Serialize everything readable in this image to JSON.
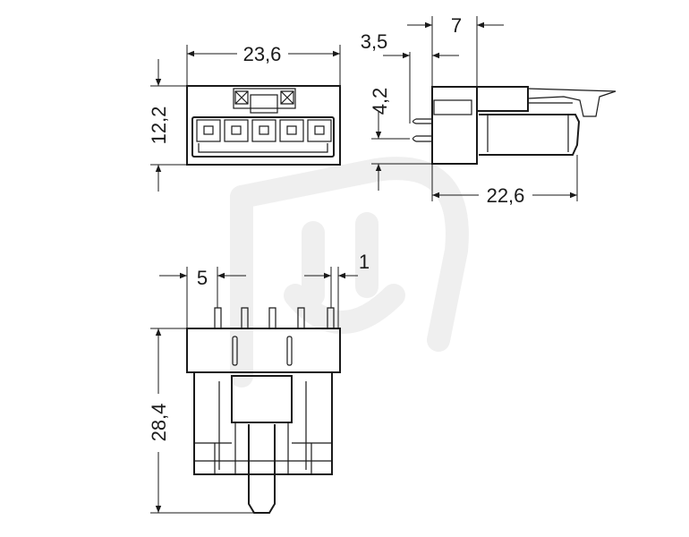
{
  "drawing": {
    "front_view": {
      "width_label": "23,6",
      "height_label": "12,2"
    },
    "side_view": {
      "offset_label": "3,5",
      "body_label": "7",
      "pin_label": "4,2",
      "length_label": "22,6"
    },
    "bottom_view": {
      "pitch_label": "5",
      "pin_width_label": "1",
      "height_label": "28,4"
    },
    "colors": {
      "line": "#1a1a1a",
      "watermark": "#efefef"
    }
  }
}
